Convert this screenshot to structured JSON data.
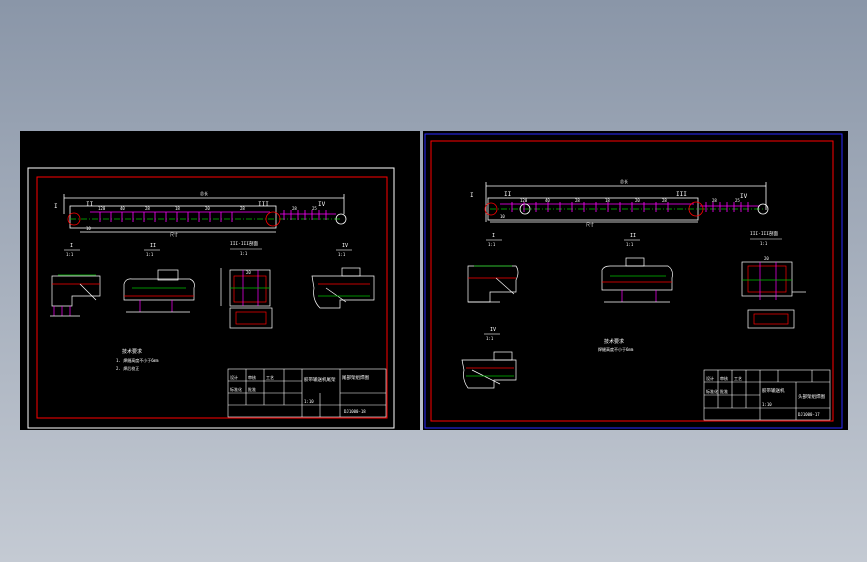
{
  "colors": {
    "paper": "#000000",
    "sheet_border": "#ffffff",
    "frame": "#ff0000",
    "line": "#ffffff",
    "accent": "#ff00ff",
    "axis": "#00c000",
    "selection": "#2a2aff"
  },
  "sheet1": {
    "conveyor": {
      "overall_dim": "总长",
      "sub_dim": "尺寸",
      "segment_labels": [
        "120",
        "40",
        "28",
        "18",
        "20",
        "28",
        "28",
        "25",
        "10"
      ],
      "marker_i": "I",
      "marker_ii": "II",
      "marker_iii": "III",
      "marker_iv": "IV"
    },
    "details": {
      "i": {
        "label": "I",
        "scale": "1:1"
      },
      "ii": {
        "label": "II",
        "scale": "1:1"
      },
      "iii": {
        "label": "III-III剖面",
        "scale": "1:1"
      },
      "iv": {
        "label": "IV",
        "scale": "1:1"
      },
      "dim": "20"
    },
    "notes": {
      "title": "技术要求",
      "lines": [
        "1. 焊缝高度不小于6mm",
        "2. 焊后校正"
      ]
    },
    "title_block": {
      "cells": [
        "设计",
        "审核",
        "工艺",
        "标准化",
        "批准"
      ],
      "drawing_title": "胶带输送机尾架",
      "name": "尾部架组焊图",
      "scale": "1:10",
      "code": "DJ1000-18"
    }
  },
  "sheet2": {
    "conveyor": {
      "overall_dim": "总长",
      "sub_dim": "尺寸",
      "segment_labels": [
        "120",
        "40",
        "28",
        "18",
        "20",
        "28",
        "28",
        "25",
        "10"
      ],
      "marker_i": "I",
      "marker_ii": "II",
      "marker_iii": "III",
      "marker_iv": "IV"
    },
    "details": {
      "i": {
        "label": "I",
        "scale": "1:1"
      },
      "ii": {
        "label": "II",
        "scale": "1:1"
      },
      "iii": {
        "label": "III-III剖面",
        "scale": "1:1"
      },
      "iv": {
        "label": "IV",
        "scale": "1:1"
      },
      "dim": "20"
    },
    "notes": {
      "title": "技术要求",
      "lines": [
        "焊缝高度不小于6mm"
      ]
    },
    "title_block": {
      "cells": [
        "设计",
        "审核",
        "工艺",
        "标准化",
        "批准"
      ],
      "drawing_title": "胶带输送机",
      "name": "头部架组焊图",
      "scale": "1:10",
      "code": "DJ1000-17"
    }
  }
}
